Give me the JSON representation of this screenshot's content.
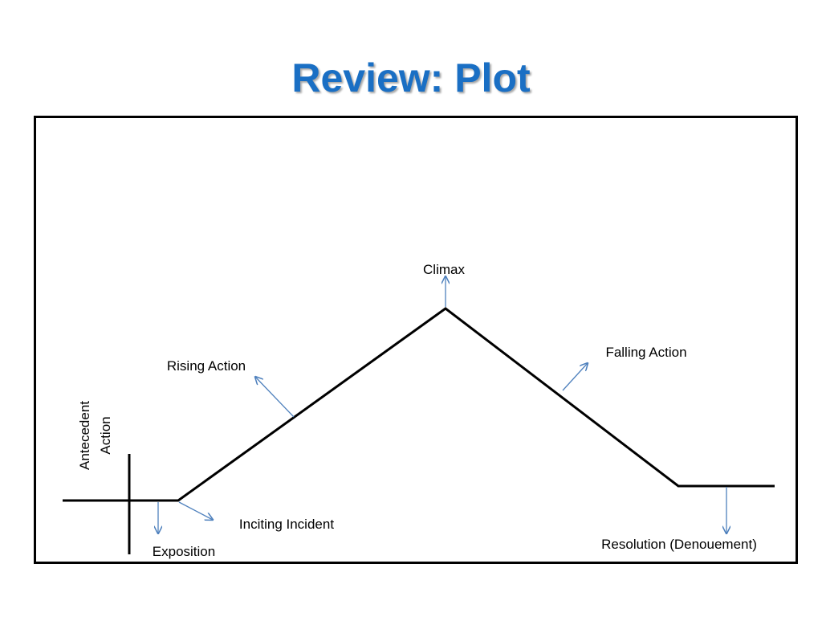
{
  "slide": {
    "title": "Review:  Plot"
  },
  "diagram": {
    "labels": {
      "climax": "Climax",
      "rising_action": "Rising Action",
      "falling_action": "Falling Action",
      "antecedent_line1": "Antecedent",
      "antecedent_line2": "Action",
      "inciting_incident": "Inciting Incident",
      "exposition": "Exposition",
      "resolution": "Resolution (Denouement)"
    },
    "colors": {
      "title": "#1a6fc4",
      "plot_line": "#000000",
      "arrows": "#4f81bd"
    }
  }
}
